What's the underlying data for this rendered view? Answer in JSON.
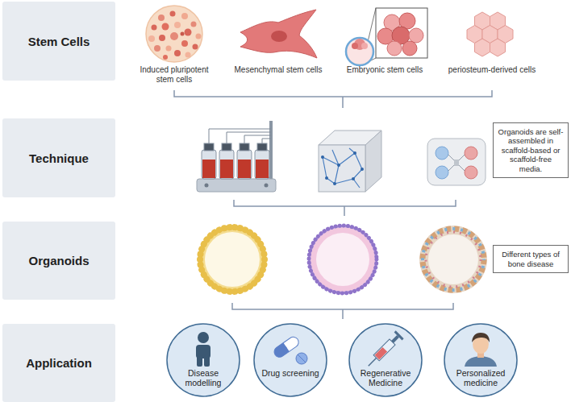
{
  "diagram": {
    "nodes": [
      {
        "text": [
          "Stem Cells"
        ]
      },
      {
        "text": [
          "Technique"
        ]
      },
      {
        "text": [
          "Organoids are self-assembled in scaffold-based or scaffold-free media."
        ]
      },
      {
        "text": [
          "Organoids"
        ]
      },
      {
        "text": [
          "Different types of bone disease"
        ]
      },
      {
        "text": [
          "Application"
        ]
      },
      {
        "text": [
          "Disease modelling"
        ]
      },
      {
        "text": [
          "Drug screening"
        ]
      },
      {
        "text": [
          "Regenerative Medicine"
        ]
      },
      {
        "text": [
          "Personalized medicine"
        ]
      }
    ],
    "labels": [
      "Induced pluripotent stem cells",
      "Mesenchymal stem cells",
      "Embryonic stem cells",
      "periosteum-derived cells"
    ]
  }
}
